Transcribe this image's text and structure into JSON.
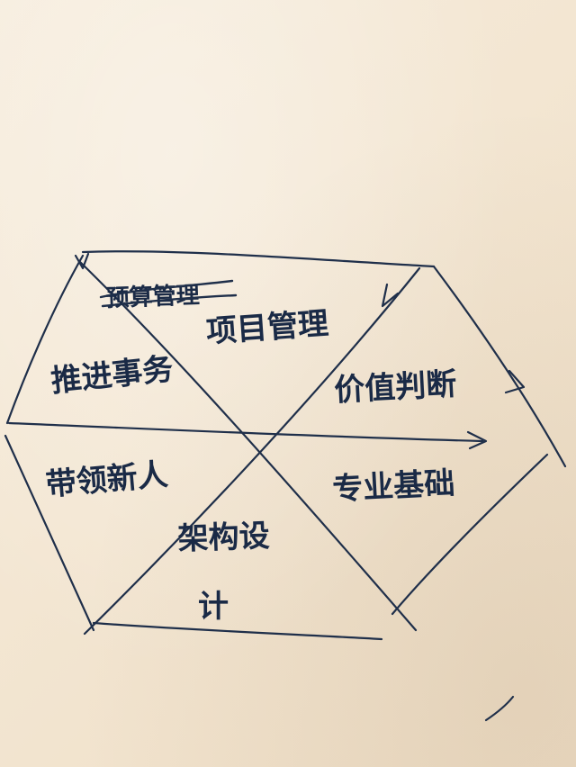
{
  "hexagon_sections": {
    "crossed_out": "预算管理",
    "top": "项目管理",
    "upper_left": "推进事务",
    "upper_right": "价值判断",
    "lower_left": "带领新人",
    "lower_right": "专业基础",
    "bottom_line1": "架构设",
    "bottom_line2": "计"
  },
  "colors": {
    "ink": "#1f2f4a",
    "paper": "#f4e8d6"
  }
}
